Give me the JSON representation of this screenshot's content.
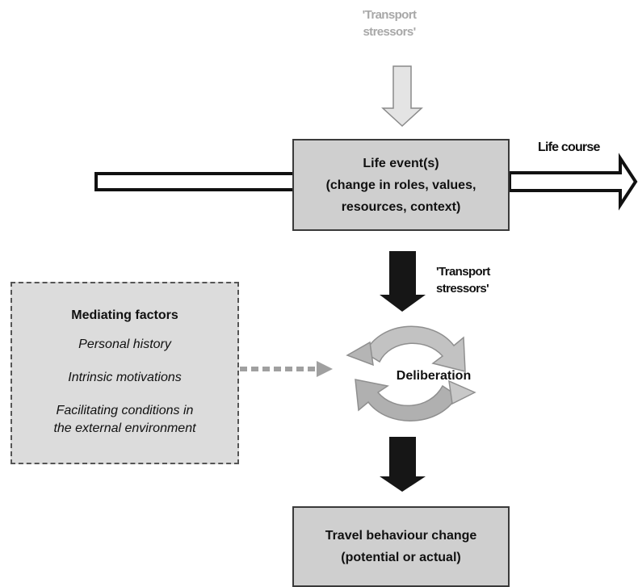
{
  "top_label": "'Transport stressors'",
  "top_label_lines": [
    "'Transport",
    "stressors'"
  ],
  "life_event": {
    "lines": [
      "Life event(s)",
      "(change in roles, values,",
      "resources, context)"
    ]
  },
  "life_course_label": "Life course",
  "mid_label_lines": [
    "'Transport",
    "stressors'"
  ],
  "mediating": {
    "title": "Mediating factors",
    "items": [
      {
        "lines": [
          "Personal history"
        ]
      },
      {
        "lines": [
          "Intrinsic motivations"
        ]
      },
      {
        "lines": [
          "Facilitating conditions in",
          "the external environment"
        ]
      }
    ]
  },
  "deliberation_label": "Deliberation",
  "travel_change": {
    "lines": [
      "Travel behaviour change",
      "(potential or actual)"
    ]
  }
}
